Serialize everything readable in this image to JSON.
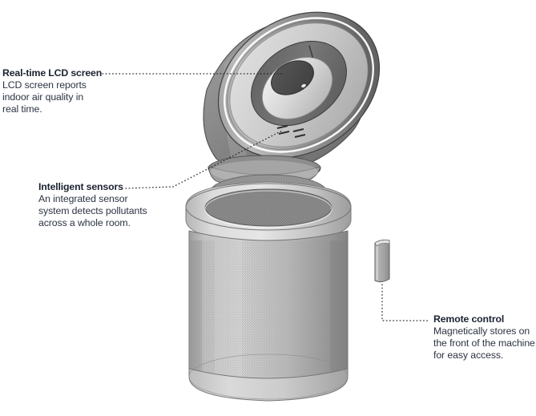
{
  "diagram": {
    "subject": "air-purifier",
    "background_color": "#ffffff",
    "heading_color": "#1b2230",
    "body_color": "#2b3342",
    "leader_color": "#1b2230"
  },
  "callouts": [
    {
      "id": "lcd",
      "title": "Real-time LCD screen",
      "body": [
        "LCD screen reports",
        "indoor air quality in",
        "real time."
      ]
    },
    {
      "id": "sensors",
      "title": "Intelligent sensors",
      "body": [
        "An integrated sensor",
        "system detects pollutants",
        "across a whole room."
      ]
    },
    {
      "id": "remote",
      "title": "Remote control",
      "body": [
        "Magnetically stores on",
        "the front of the machine",
        "for easy access."
      ]
    }
  ],
  "parts": {
    "head": "tilted-dome-head",
    "display": "circular-lcd-display",
    "sensor_vents": "sensor-intake-slots",
    "filter": "perforated-filter-cylinder",
    "body": "mesh-cylinder-body",
    "base": "base-ring",
    "remote": "remote-control-bar"
  },
  "colors": {
    "shell_light": "#d8d8d8",
    "shell_mid": "#a9a9a9",
    "shell_dark": "#6e6e6e",
    "screen_dark": "#4a4a4a",
    "mesh": "#b0b0b0",
    "outline": "#4d4d4d"
  }
}
